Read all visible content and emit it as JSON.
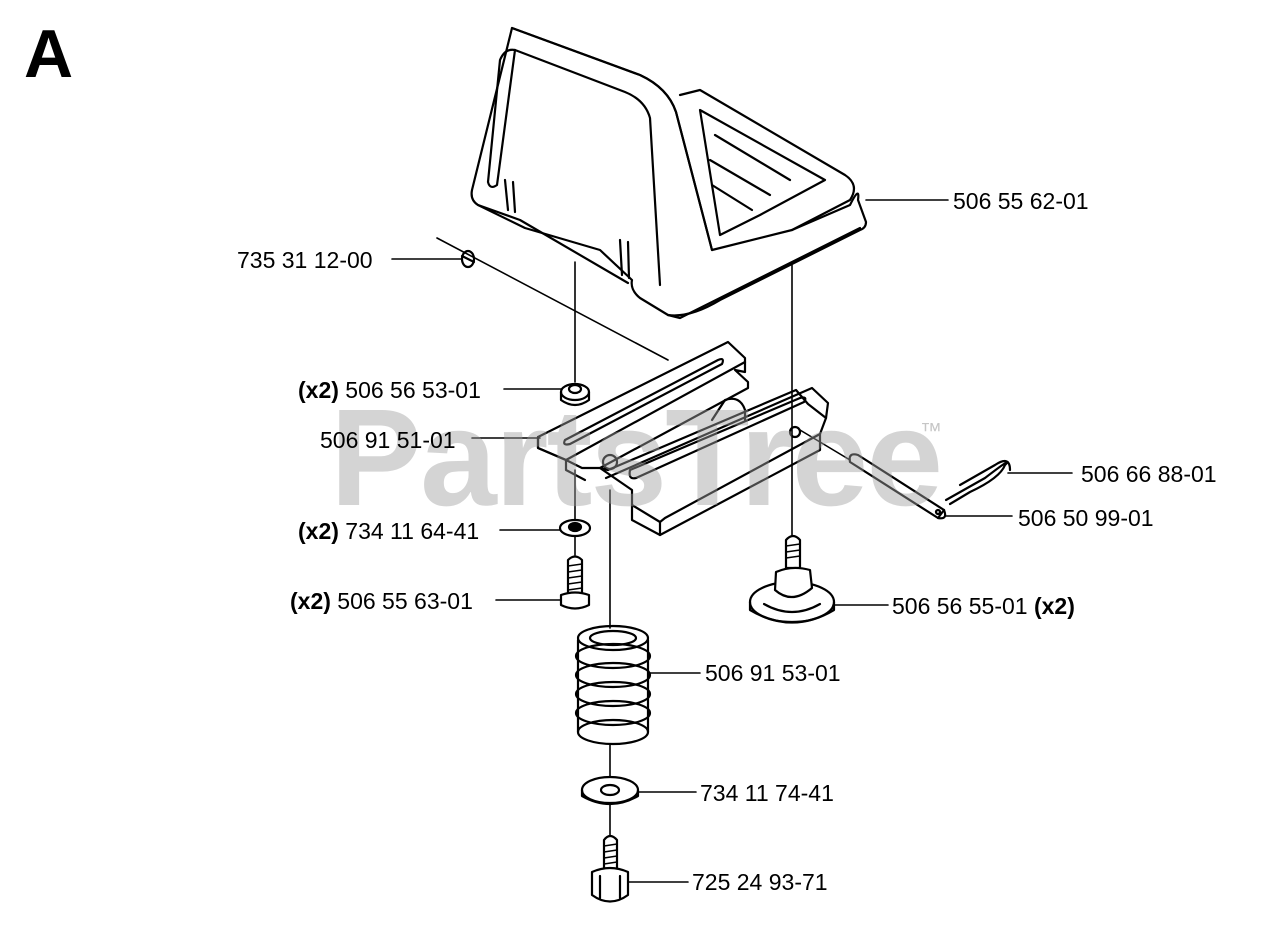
{
  "section_letter": "A",
  "watermark": {
    "text": "PartsTree",
    "tm": "™"
  },
  "qty_marker": "(x2)",
  "parts": {
    "seat": "506 55 62-01",
    "clip": "735 31 12-00",
    "nut": "506 56 53-01",
    "bracket": "506 91 51-01",
    "washer_small": "734 11 64-41",
    "screw": "506 55 63-01",
    "hairpin": "506 66 88-01",
    "pin": "506 50 99-01",
    "knob": "506 56 55-01",
    "spring": "506 91 53-01",
    "washer_large": "734 11 74-41",
    "bolt": "725 24 93-71"
  },
  "colors": {
    "line": "#000000",
    "watermark": "#a0a0a0"
  }
}
